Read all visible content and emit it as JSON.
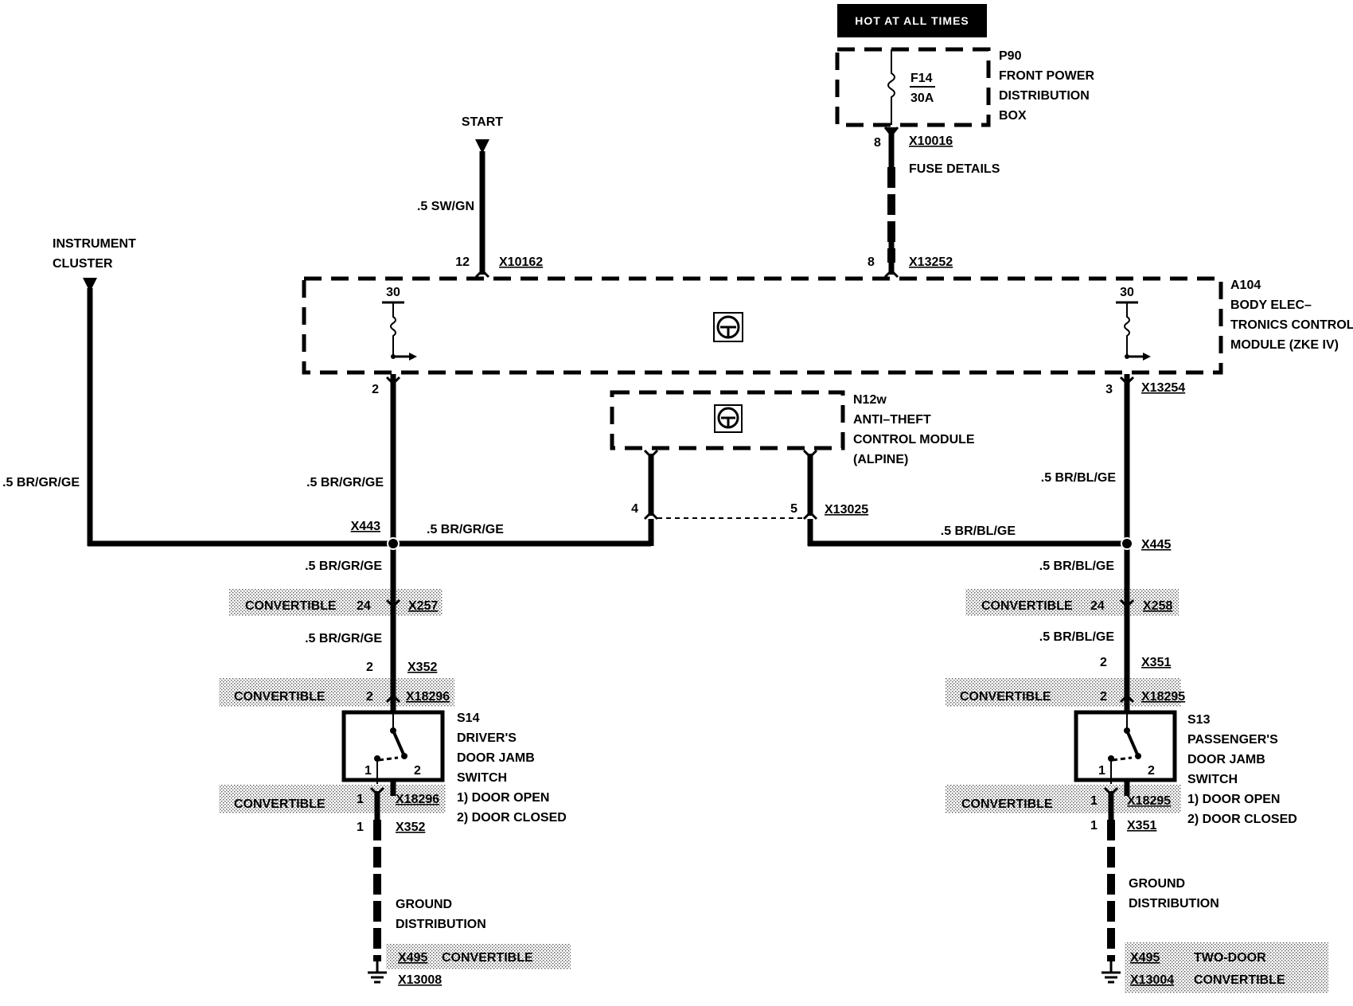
{
  "banner": {
    "hot_at_all_times": "HOT AT ALL TIMES"
  },
  "fuse_box": {
    "id": "P90",
    "name_lines": [
      "FRONT POWER",
      "DISTRIBUTION",
      "BOX"
    ],
    "fuse_id": "F14",
    "fuse_rating": "30A",
    "pin": "8",
    "connector": "X10016",
    "details_label": "FUSE DETAILS"
  },
  "start": {
    "label": "START",
    "wire": ".5 SW/GN",
    "pin": "12",
    "connector": "X10162"
  },
  "bcm_feed": {
    "pin": "8",
    "connector": "X13252"
  },
  "instrument_cluster": {
    "name_lines": [
      "INSTRUMENT",
      "CLUSTER"
    ],
    "wire": ".5 BR/GR/GE"
  },
  "bcm": {
    "id": "A104",
    "name_lines": [
      "BODY ELEC–",
      "TRONICS CONTROL",
      "MODULE (ZKE IV)"
    ],
    "left_terminal": "30",
    "right_terminal": "30",
    "left_pin": "2",
    "right_pin": "3",
    "right_connector": "X13254"
  },
  "anti_theft": {
    "id": "N12w",
    "name_lines": [
      "ANTI–THEFT",
      "CONTROL MODULE",
      "(ALPINE)"
    ],
    "pin_left": "4",
    "pin_right": "5",
    "connector": "X13025"
  },
  "driver_side": {
    "wire_upper": ".5 BR/GR/GE",
    "splice": "X443",
    "wire_to_antitheft": ".5 BR/GR/GE",
    "wire_below_splice": ".5 BR/GR/GE",
    "conv_label_1": "CONVERTIBLE",
    "conv_pin_1": "24",
    "conv_conn_1": "X257",
    "wire_mid": ".5 BR/GR/GE",
    "pin_2": "2",
    "conn_2": "X352",
    "conv_label_2": "CONVERTIBLE",
    "conv_pin_2": "2",
    "conv_conn_2": "X18296",
    "switch_id": "S14",
    "switch_name_lines": [
      "DRIVER'S",
      "DOOR JAMB",
      "SWITCH"
    ],
    "switch_states": [
      "1)   DOOR OPEN",
      "2)   DOOR CLOSED"
    ],
    "switch_pin_1": "1",
    "switch_pin_2": "2",
    "conv_label_3": "CONVERTIBLE",
    "conv_pin_3": "1",
    "conv_conn_3": "X18296",
    "pin_4": "1",
    "conn_4": "X352",
    "ground_lines": [
      "GROUND",
      "DISTRIBUTION"
    ],
    "ground_conn_1": "X495",
    "ground_note": "CONVERTIBLE",
    "ground_conn_2": "X13008"
  },
  "passenger_side": {
    "wire_upper": ".5 BR/BL/GE",
    "splice": "X445",
    "wire_to_antitheft": ".5 BR/BL/GE",
    "wire_below_splice": ".5 BR/BL/GE",
    "conv_label_1": "CONVERTIBLE",
    "conv_pin_1": "24",
    "conv_conn_1": "X258",
    "wire_mid": ".5 BR/BL/GE",
    "pin_2": "2",
    "conn_2": "X351",
    "conv_label_2": "CONVERTIBLE",
    "conv_pin_2": "2",
    "conv_conn_2": "X18295",
    "switch_id": "S13",
    "switch_name_lines": [
      "PASSENGER'S",
      "DOOR JAMB",
      "SWITCH"
    ],
    "switch_states": [
      "1)   DOOR OPEN",
      "2)   DOOR CLOSED"
    ],
    "switch_pin_1": "1",
    "switch_pin_2": "2",
    "conv_label_3": "CONVERTIBLE",
    "conv_pin_3": "1",
    "conv_conn_3": "X18295",
    "pin_4": "1",
    "conn_4": "X351",
    "ground_lines": [
      "GROUND",
      "DISTRIBUTION"
    ],
    "ground_conn_1": "X495",
    "ground_note_lines": [
      "TWO-DOOR",
      "CONVERTIBLE"
    ],
    "ground_conn_2": "X13004"
  }
}
